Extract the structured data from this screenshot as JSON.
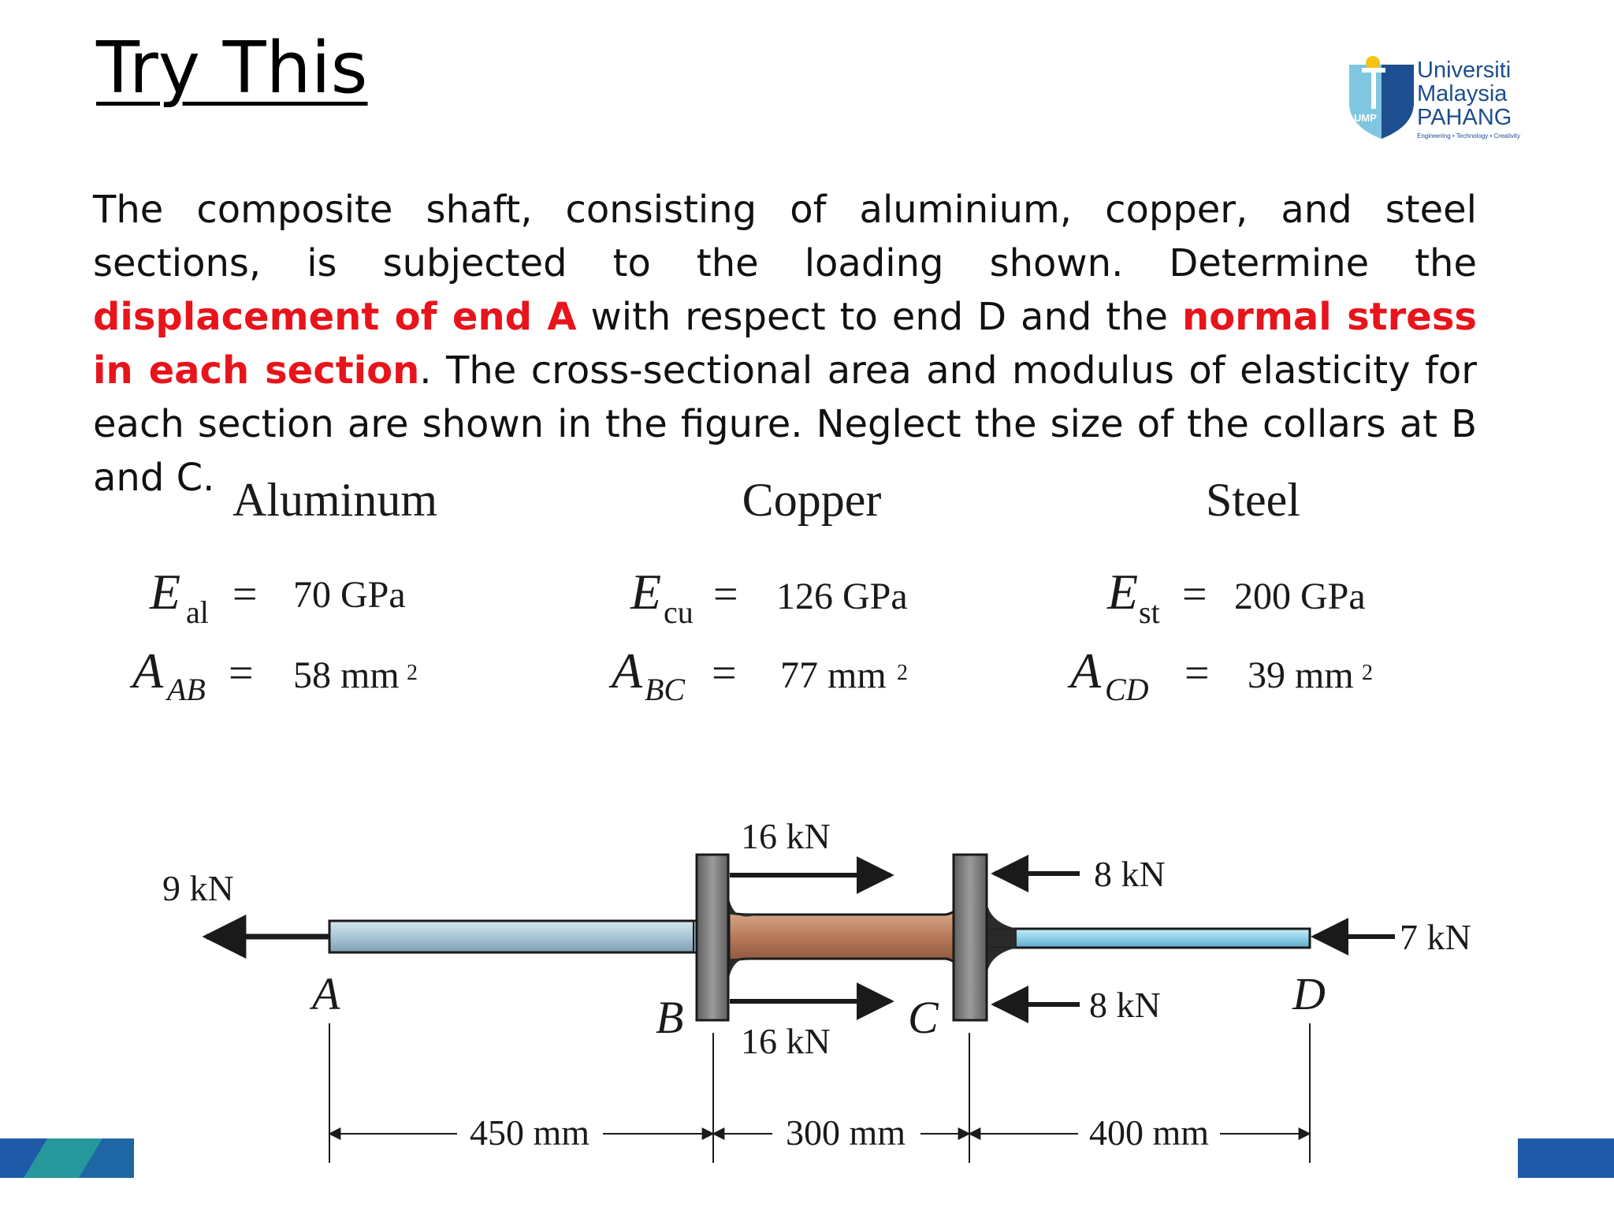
{
  "slide": {
    "title": "Try This"
  },
  "logo": {
    "emblem_text": "UMP",
    "line1": "Universiti",
    "line2": "Malaysia",
    "line3": "PAHANG",
    "tagline": "Engineering • Technology • Creativity",
    "color": "#1d4e8f",
    "accent_color": "#2a9d8f"
  },
  "problem": {
    "part1": "The composite shaft, consisting of aluminium, copper, and steel sections, is subjected to the loading shown. Determine the ",
    "highlight1": "displacement of end A",
    "part2": " with respect to end D and the ",
    "highlight2": "normal stress in each section",
    "part3": ". The cross-sectional area and modulus of elasticity for each section are shown in the figure. Neglect the size of the collars at B and C.",
    "highlight_color": "#e8141b"
  },
  "materials": [
    {
      "name": "Aluminum",
      "E_symbol": "E",
      "E_sub": "al",
      "E_value": "70 GPa",
      "A_symbol": "A",
      "A_sub": "AB",
      "A_value": "58 mm",
      "A_sup": "2"
    },
    {
      "name": "Copper",
      "E_symbol": "E",
      "E_sub": "cu",
      "E_value": "126 GPa",
      "A_symbol": "A",
      "A_sub": "BC",
      "A_value": "77 mm",
      "A_sup": "2"
    },
    {
      "name": "Steel",
      "E_symbol": "E",
      "E_sub": "st",
      "E_value": "200 GPa",
      "A_symbol": "A",
      "A_sub": "CD",
      "A_value": "39 mm",
      "A_sup": "2"
    }
  ],
  "figure": {
    "points": {
      "A": "A",
      "B": "B",
      "C": "C",
      "D": "D"
    },
    "loads": {
      "at_A": "9 kN",
      "at_B_top": "16 kN",
      "at_B_bottom": "16 kN",
      "at_C_top": "8 kN",
      "at_C_bottom": "8 kN",
      "at_D": "7 kN"
    },
    "dimensions": {
      "AB": "450 mm",
      "BC": "300 mm",
      "CD": "400 mm"
    },
    "colors": {
      "aluminum": "#a9c7d6",
      "copper": "#b87a5a",
      "steel": "#8ecfe8",
      "collar": "#8a8a8a"
    }
  },
  "footer_bands": {
    "left_color": "#1e5aa8",
    "right_color": "#1e5aa8",
    "accent_color": "#27a39a"
  }
}
